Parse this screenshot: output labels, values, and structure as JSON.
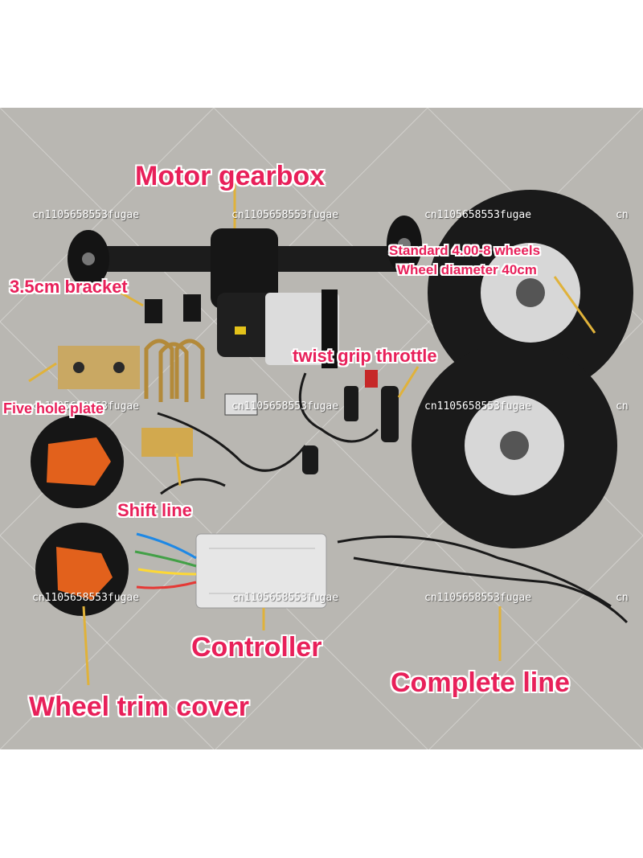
{
  "labels": {
    "motor_gearbox": "Motor gearbox",
    "bracket": "3.5cm bracket",
    "wheels_line1": "Standard 4.00-8 wheels",
    "wheels_line2": "Wheel diameter 40cm",
    "throttle": "twist grip throttle",
    "five_hole_plate": "Five hole plate",
    "shift_line": "Shift line",
    "controller": "Controller",
    "complete_line": "Complete line",
    "wheel_trim_cover": "Wheel trim cover"
  },
  "watermark": {
    "text": "cn1105658553fugae",
    "short": "cn"
  },
  "colors": {
    "label": "#e8205a",
    "label_outline": "#ffffff",
    "background": "#b9b7b2",
    "accent_orange": "#e2611c"
  }
}
